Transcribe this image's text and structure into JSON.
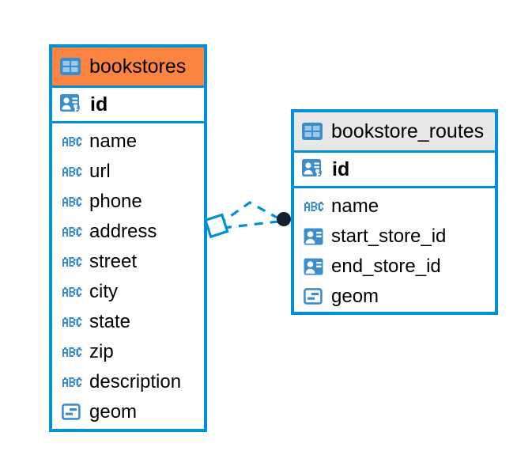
{
  "diagram": {
    "title": "entity-relationship-diagram",
    "colors": {
      "border_blue": "#0091D5",
      "header_orange": "#FB8440",
      "header_grey": "#E8E8E8",
      "icon_blue": "#3C8DCC",
      "connector_blue": "#0091D5",
      "endpoint_dark": "#1B2838",
      "background": "#FFFFFF"
    },
    "entities": [
      {
        "name": "bookstores",
        "header_style": "orange",
        "table_icon": "table-icon",
        "primary_key": {
          "label": "id",
          "icon": "primary-key-icon"
        },
        "fields": [
          {
            "label": "name",
            "icon": "abc-text-icon"
          },
          {
            "label": "url",
            "icon": "abc-text-icon"
          },
          {
            "label": "phone",
            "icon": "abc-text-icon"
          },
          {
            "label": "address",
            "icon": "abc-text-icon"
          },
          {
            "label": "street",
            "icon": "abc-text-icon"
          },
          {
            "label": "city",
            "icon": "abc-text-icon"
          },
          {
            "label": "state",
            "icon": "abc-text-icon"
          },
          {
            "label": "zip",
            "icon": "abc-text-icon"
          },
          {
            "label": "description",
            "icon": "abc-text-icon"
          },
          {
            "label": "geom",
            "icon": "geometry-icon"
          }
        ]
      },
      {
        "name": "bookstore_routes",
        "header_style": "grey",
        "table_icon": "table-icon",
        "primary_key": {
          "label": "id",
          "icon": "primary-key-icon"
        },
        "fields": [
          {
            "label": "name",
            "icon": "abc-text-icon"
          },
          {
            "label": "start_store_id",
            "icon": "foreign-key-icon"
          },
          {
            "label": "end_store_id",
            "icon": "foreign-key-icon"
          },
          {
            "label": "geom",
            "icon": "geometry-icon"
          }
        ]
      }
    ],
    "relationship": {
      "source_entity": "bookstores",
      "target_entity": "bookstore_routes",
      "source_marker": "diamond-marker",
      "target_marker": "filled-circle-marker",
      "line_style": "dashed"
    }
  }
}
